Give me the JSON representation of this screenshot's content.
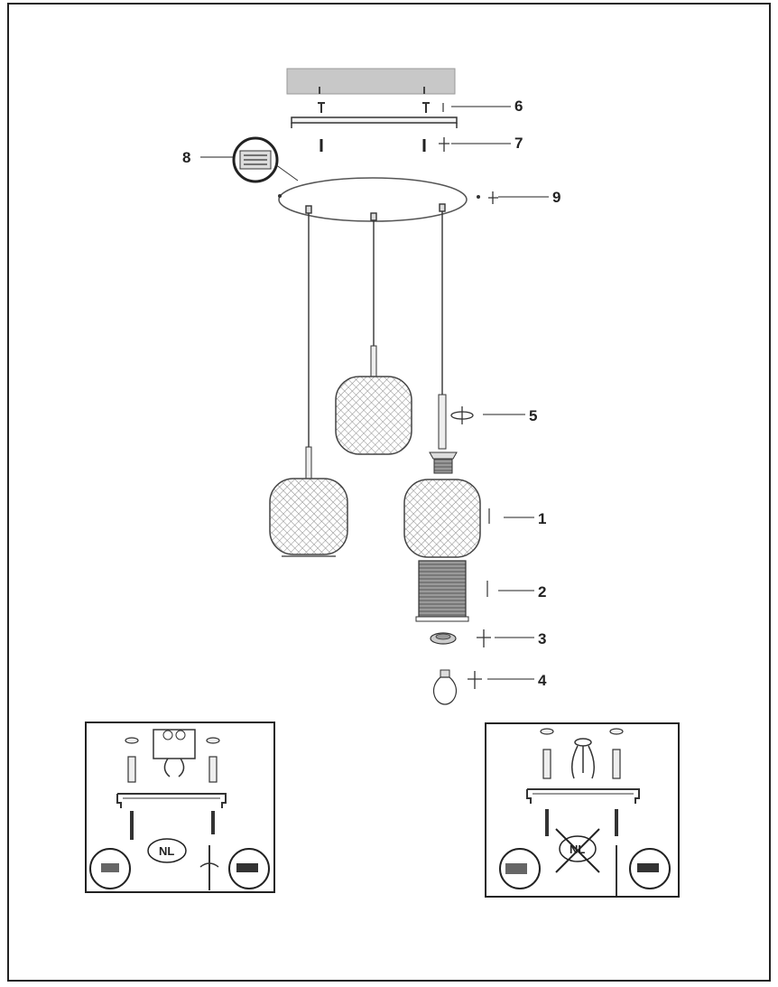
{
  "callouts": {
    "c1": "1",
    "c2": "2",
    "c3": "3",
    "c4": "4",
    "c5": "5",
    "c6": "6",
    "c7": "7",
    "c8": "8",
    "c9": "9"
  },
  "left_panel": {
    "badge": "NL"
  },
  "right_panel": {
    "badge": "NL"
  },
  "colors": {
    "line": "#222222",
    "canopy_bar": "#c8c8c8",
    "mesh": "#8a8a8a"
  }
}
